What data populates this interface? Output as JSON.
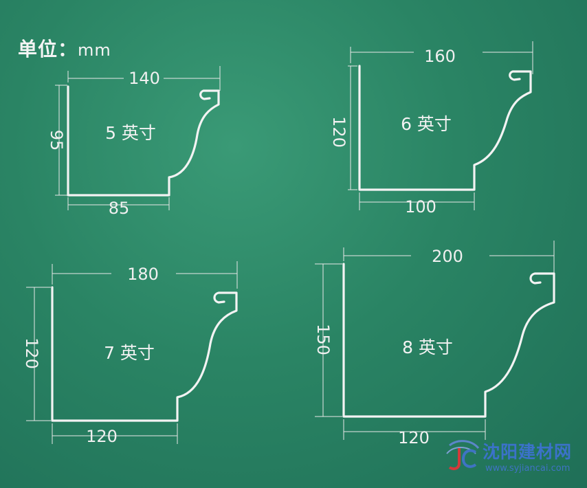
{
  "unit_label": "单位：",
  "unit_suffix": "mm",
  "profiles": [
    {
      "name": "5 英寸",
      "top": "140",
      "side": "95",
      "bottom": "85"
    },
    {
      "name": "6 英寸",
      "top": "160",
      "side": "120",
      "bottom": "100"
    },
    {
      "name": "7 英寸",
      "top": "180",
      "side": "120",
      "bottom": "120"
    },
    {
      "name": "8 英寸",
      "top": "200",
      "side": "150",
      "bottom": "120"
    }
  ],
  "watermark": {
    "name": "沈阳建材网",
    "url": "www.syjiancai.com",
    "logo_icon": "jc-logo-icon"
  }
}
